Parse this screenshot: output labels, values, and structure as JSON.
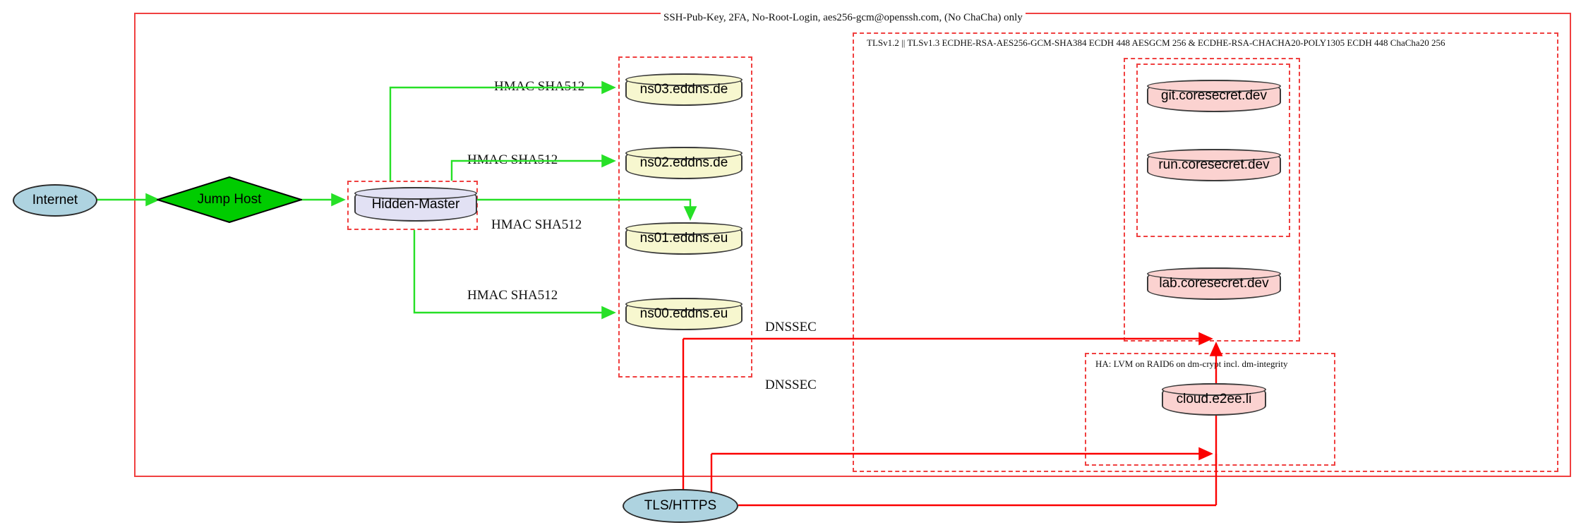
{
  "diagram": {
    "title_label": "SSH-Pub-Key, 2FA, No-Root-Login, aes256-gcm@openssh.com, (No ChaCha) only",
    "colors": {
      "cluster_border": "#f04040",
      "edge_green": "#26e026",
      "edge_red": "#fb0000",
      "node_yellow": "#f7f7cf",
      "node_pink": "#fbd2d0",
      "node_lavender": "#e2e1f4",
      "node_blue": "#aed3e0",
      "node_green": "#00cc00"
    }
  },
  "clusters": [
    {
      "name": "ssh-perimeter",
      "label": "SSH-Pub-Key, 2FA, No-Root-Login, aes256-gcm@openssh.com, (No ChaCha) only"
    },
    {
      "name": "tls-perimeter",
      "label": "TLSv1.2 || TLSv1.3 ECDHE-RSA-AES256-GCM-SHA384 ECDH 448 AESGCM 256 & ECDHE-RSA-CHACHA20-POLY1305 ECDH 448 ChaCha20 256"
    },
    {
      "name": "ha-storage",
      "label": "HA: LVM on RAID6 on dm-crypt incl. dm-integrity"
    },
    {
      "name": "hidden-master-zone",
      "label": ""
    },
    {
      "name": "nameserver-zone",
      "label": ""
    },
    {
      "name": "coresecret-zone",
      "label": ""
    },
    {
      "name": "coresecret-inner-zone",
      "label": ""
    }
  ],
  "nodes": {
    "internet": {
      "label": "Internet",
      "shape": "ellipse",
      "fill": "#aed3e0"
    },
    "jump_host": {
      "label": "Jump Host",
      "shape": "diamond",
      "fill": "#00cc00"
    },
    "hidden_master": {
      "label": "Hidden-Master",
      "shape": "cylinder",
      "fill": "#e2e1f4"
    },
    "ns03": {
      "label": "ns03.eddns.de",
      "shape": "cylinder",
      "fill": "#f7f7cf"
    },
    "ns02": {
      "label": "ns02.eddns.de",
      "shape": "cylinder",
      "fill": "#f7f7cf"
    },
    "ns01": {
      "label": "ns01.eddns.eu",
      "shape": "cylinder",
      "fill": "#f7f7cf"
    },
    "ns00": {
      "label": "ns00.eddns.eu",
      "shape": "cylinder",
      "fill": "#f7f7cf"
    },
    "git": {
      "label": "git.coresecret.dev",
      "shape": "cylinder",
      "fill": "#fbd2d0"
    },
    "run": {
      "label": "run.coresecret.dev",
      "shape": "cylinder",
      "fill": "#fbd2d0"
    },
    "lab": {
      "label": "lab.coresecret.dev",
      "shape": "cylinder",
      "fill": "#fbd2d0"
    },
    "cloud": {
      "label": "cloud.e2ee.li",
      "shape": "cylinder",
      "fill": "#fbd2d0"
    },
    "tls_https": {
      "label": "TLS/HTTPS",
      "shape": "ellipse",
      "fill": "#aed3e0"
    }
  },
  "edge_labels": {
    "hmac_ns03": "HMAC SHA512",
    "hmac_ns02": "HMAC SHA512",
    "hmac_ns01": "HMAC SHA512",
    "hmac_ns00": "HMAC SHA512",
    "dnssec_upper": "DNSSEC",
    "dnssec_lower": "DNSSEC"
  }
}
